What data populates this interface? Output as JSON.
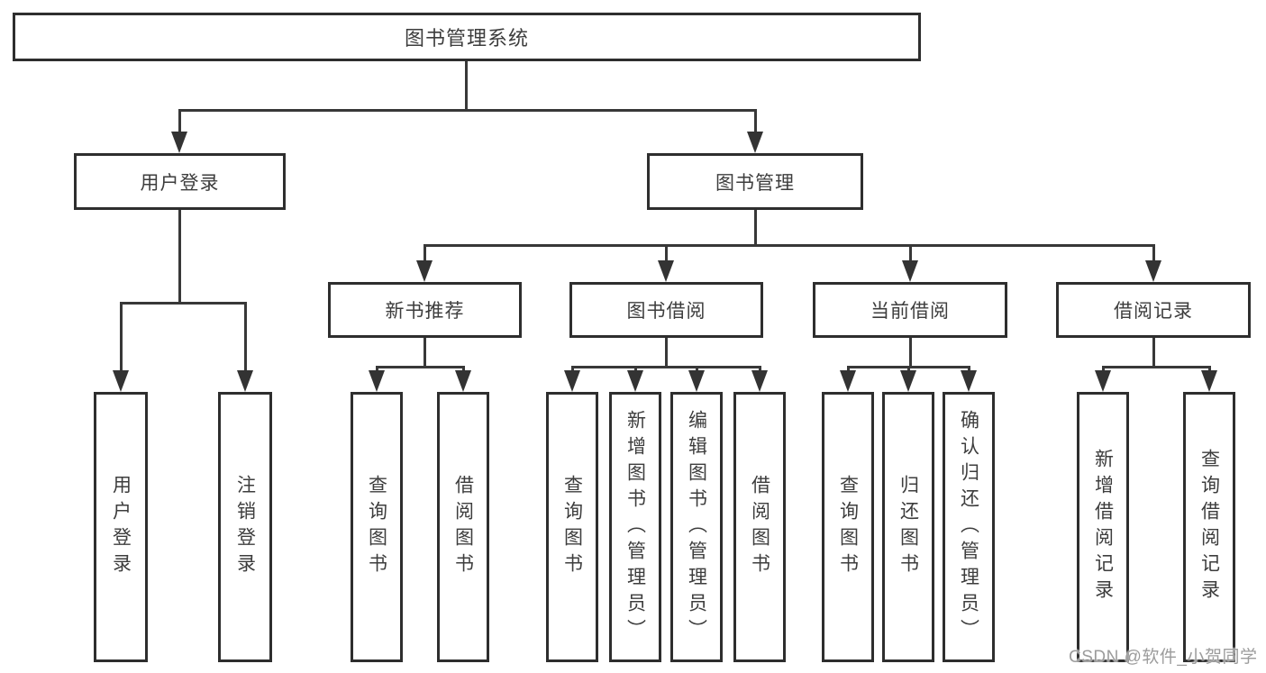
{
  "colors": {
    "background": "#ffffff",
    "line": "#383838",
    "box_border": "#2e2e2e",
    "text": "#3d3d3d",
    "watermark": "#9c9c9c"
  },
  "watermark": {
    "text": "CSDN @软件_小贺同学"
  },
  "tree": {
    "root": {
      "label": "图书管理系统"
    },
    "branches": [
      {
        "label": "用户登录",
        "children": [
          {
            "label": "用户登录"
          },
          {
            "label": "注销登录"
          }
        ]
      },
      {
        "label": "图书管理",
        "children": [
          {
            "label": "新书推荐",
            "children": [
              {
                "label": "查询图书"
              },
              {
                "label": "借阅图书"
              }
            ]
          },
          {
            "label": "图书借阅",
            "children": [
              {
                "label": "查询图书"
              },
              {
                "label": "新增图书（管理员）"
              },
              {
                "label": "编辑图书（管理员）"
              },
              {
                "label": "借阅图书"
              }
            ]
          },
          {
            "label": "当前借阅",
            "children": [
              {
                "label": "查询图书"
              },
              {
                "label": "归还图书"
              },
              {
                "label": "确认归还（管理员）"
              }
            ]
          },
          {
            "label": "借阅记录",
            "children": [
              {
                "label": "新增借阅记录"
              },
              {
                "label": "查询借阅记录"
              }
            ]
          }
        ]
      }
    ]
  }
}
